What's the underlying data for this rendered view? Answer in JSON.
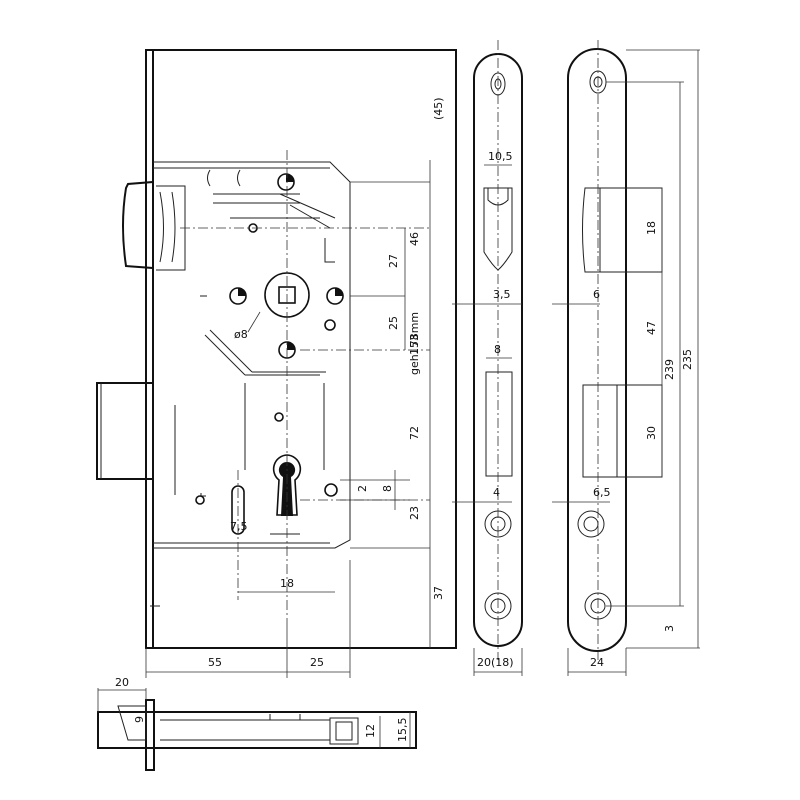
{
  "dimensions": {
    "d45": "(45)",
    "d46": "46",
    "d27": "27",
    "d25v": "25",
    "d25h": "25",
    "d8dia": "ø8",
    "d153": "153",
    "dgeh": "geh. 78mm",
    "d72": "72",
    "d23": "23",
    "d2": "2",
    "d8v": "8",
    "d7_5": "7,5",
    "d18": "18",
    "d37": "37",
    "d55": "55",
    "d20_top": "20",
    "d12": "12",
    "d15_5": "15,5",
    "d9": "9",
    "d10_5": "10,5",
    "d3_5": "3,5",
    "d8_face": "8",
    "d4": "4",
    "d20_18": "20(18)",
    "d18_strike": "18",
    "d6": "6",
    "d47": "47",
    "d30": "30",
    "d239": "239",
    "d235": "235",
    "d6_5": "6,5",
    "d3": "3",
    "d24": "24"
  }
}
